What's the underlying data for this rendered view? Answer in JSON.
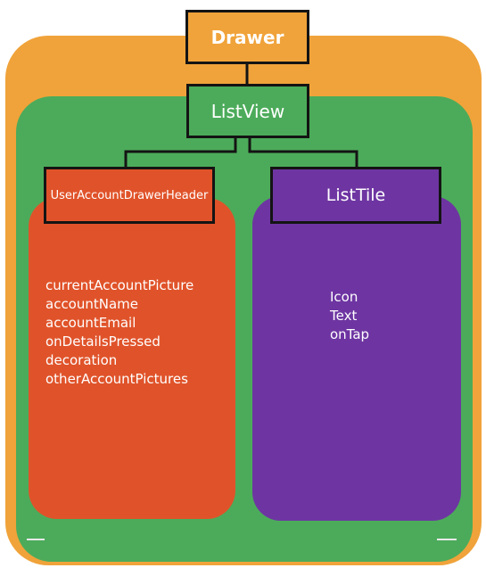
{
  "nodes": {
    "drawer": "Drawer",
    "listview": "ListView",
    "user_account_drawer_header": "UserAccountDrawerHeader",
    "list_tile": "ListTile"
  },
  "user_account_drawer_header_props": [
    "currentAccountPicture",
    "accountName",
    "accountEmail",
    "onDetailsPressed",
    "decoration",
    "otherAccountPictures"
  ],
  "list_tile_props": [
    "Icon",
    "Text",
    "onTap"
  ],
  "colors": {
    "drawer": "#f0a33a",
    "listview": "#4cab5a",
    "header": "#e0532a",
    "list_tile": "#6e35a2",
    "border": "#141414",
    "text": "#ffffff"
  }
}
